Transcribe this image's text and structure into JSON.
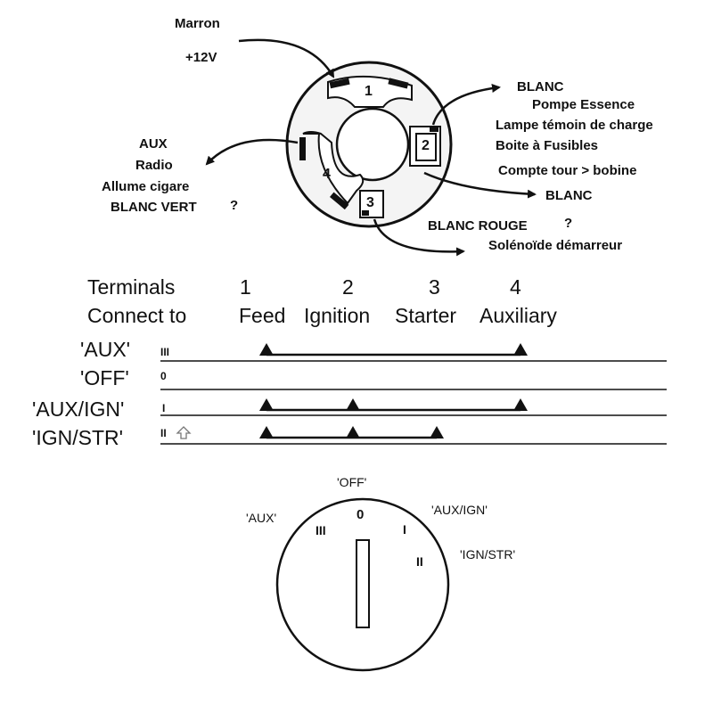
{
  "wiring": {
    "top": {
      "wire": "Marron",
      "voltage": "+12V"
    },
    "right_upper": {
      "color": "BLANC",
      "lines": [
        "Pompe Essence",
        "Lampe témoin de charge",
        "Boite à Fusibles",
        "Compte tour > bobine"
      ]
    },
    "right_lower": {
      "color": "BLANC"
    },
    "left": {
      "lines": [
        "AUX",
        "Radio",
        "Allume cigare",
        "BLANC VERT"
      ],
      "question": "?"
    },
    "bottom": {
      "color": "BLANC ROUGE",
      "question": "?",
      "device": "Solénoïde démarreur"
    },
    "terminals": [
      "1",
      "2",
      "3",
      "4"
    ]
  },
  "table": {
    "header_terminals": "Terminals",
    "header_connect": "Connect to",
    "columns": [
      {
        "num": "1",
        "name": "Feed"
      },
      {
        "num": "2",
        "name": "Ignition"
      },
      {
        "num": "3",
        "name": "Starter"
      },
      {
        "num": "4",
        "name": "Auxiliary"
      }
    ],
    "rows": [
      {
        "label": "'AUX'",
        "code": "III",
        "terminals": [
          1,
          4
        ]
      },
      {
        "label": "'OFF'",
        "code": "0",
        "terminals": []
      },
      {
        "label": "'AUX/IGN'",
        "code": "I",
        "terminals": [
          1,
          2,
          4
        ]
      },
      {
        "label": "'IGN/STR'",
        "code": "II",
        "terminals": [
          1,
          2,
          3
        ]
      }
    ]
  },
  "dial": {
    "off_label": "'OFF'",
    "aux_label": "'AUX'",
    "aux_ign_label": "'AUX/IGN'",
    "ign_str_label": "'IGN/STR'",
    "pos_off": "0",
    "pos_aux": "III",
    "pos_auxign": "I",
    "pos_ignstr": "II"
  }
}
